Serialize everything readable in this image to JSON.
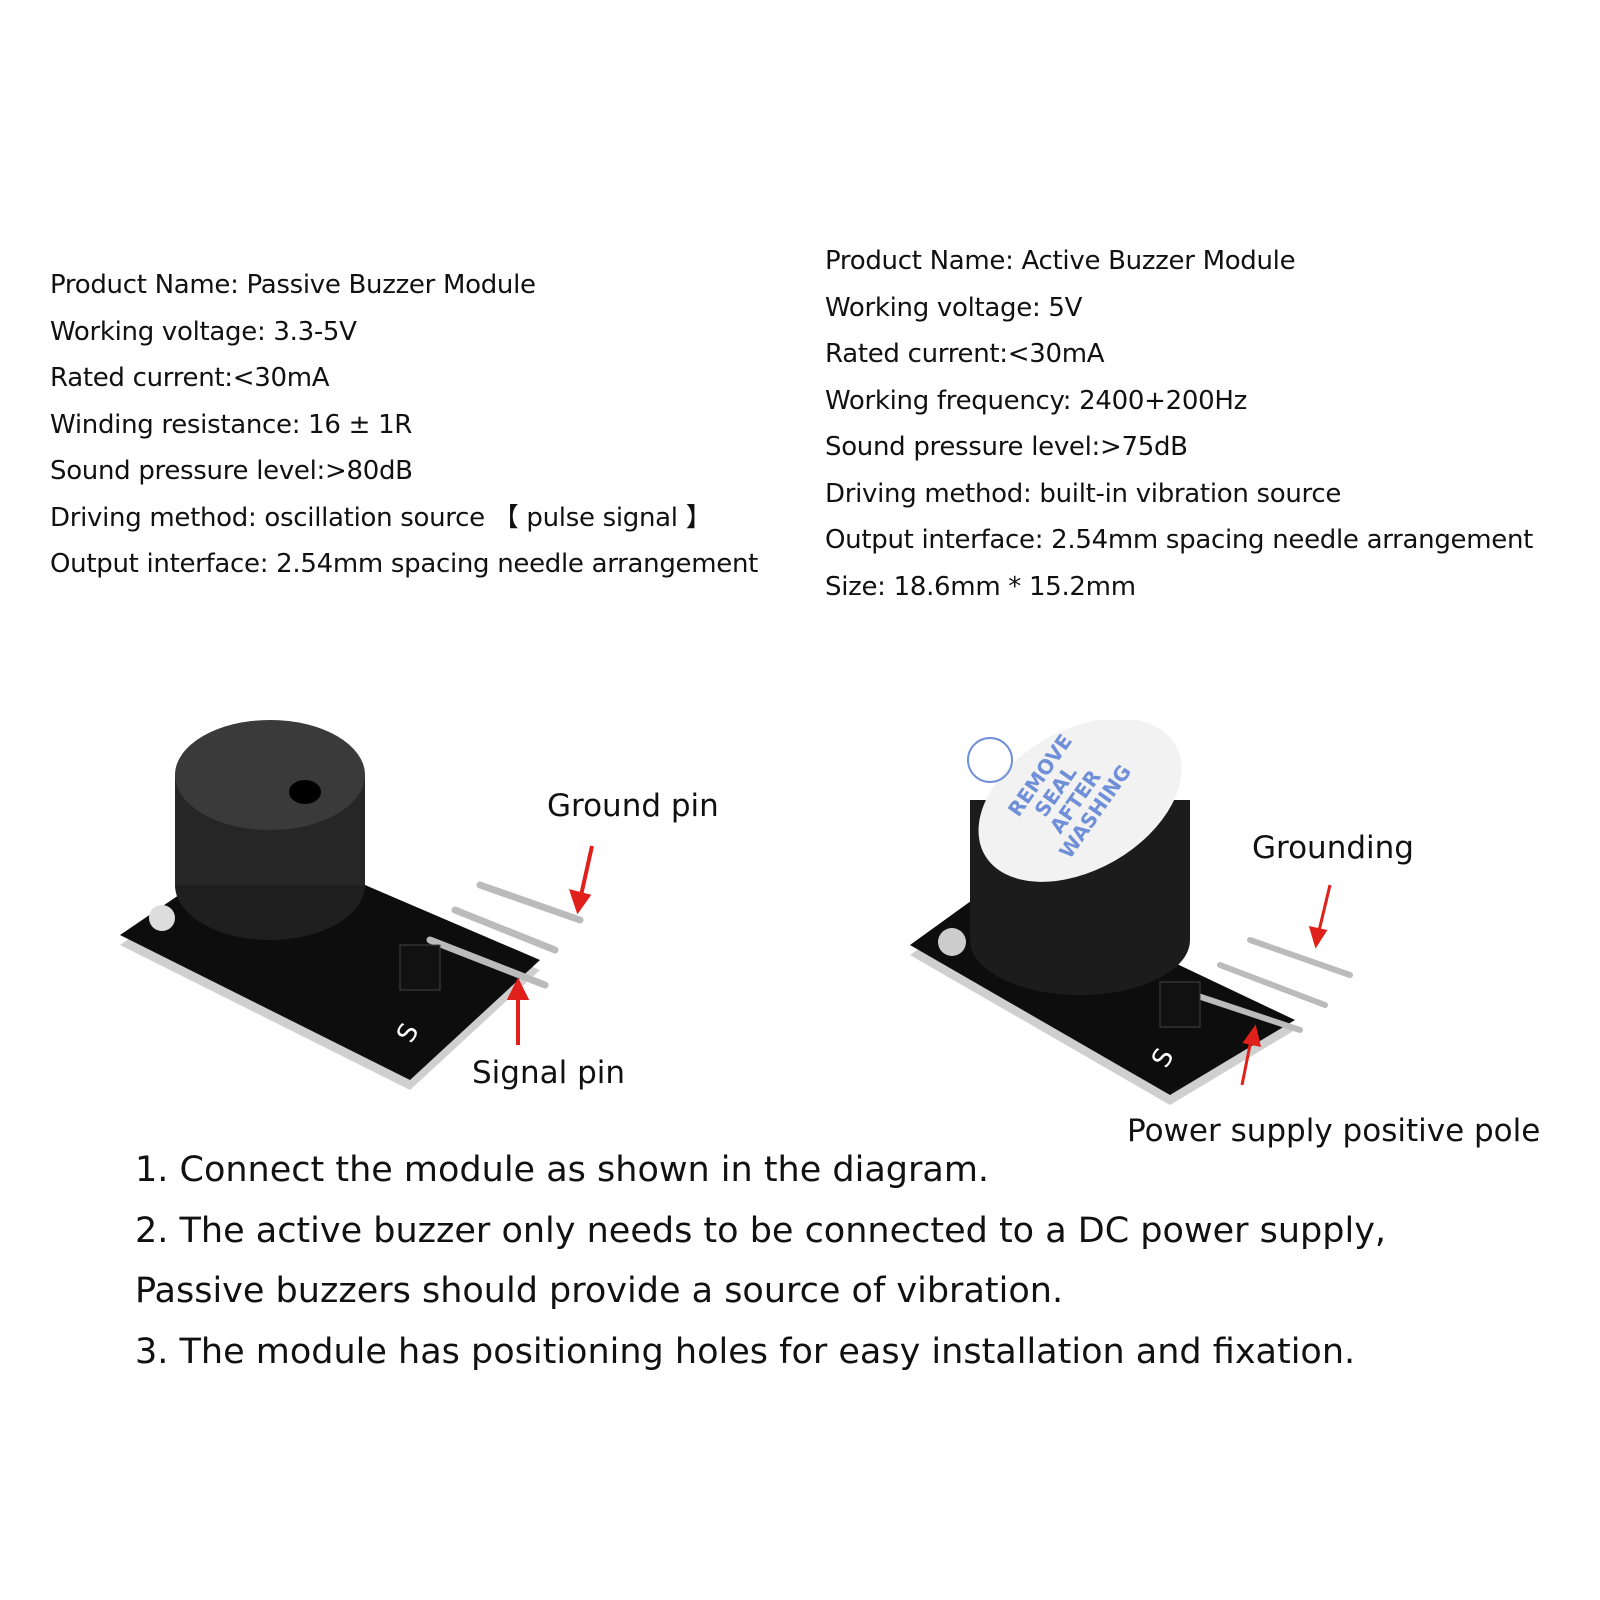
{
  "passive": {
    "specs": [
      "Product Name: Passive Buzzer Module",
      "Working voltage: 3.3-5V",
      "Rated current:<30mA",
      "Winding resistance: 16 ± 1R",
      "Sound pressure level:>80dB",
      "Driving method: oscillation source 【 pulse signal 】",
      "Output interface: 2.54mm spacing needle arrangement"
    ],
    "labels": {
      "ground": "Ground pin",
      "signal": "Signal pin"
    },
    "board_mark": "S"
  },
  "active": {
    "specs": [
      "Product Name: Active Buzzer Module",
      "Working voltage: 5V",
      "Rated current:<30mA",
      "Working frequency: 2400+200Hz",
      "Sound pressure level:>75dB",
      "Driving method: built-in vibration source",
      "Output interface: 2.54mm spacing needle arrangement",
      "Size: 18.6mm * 15.2mm"
    ],
    "labels": {
      "ground": "Grounding",
      "power": "Power supply positive pole"
    },
    "seal_text": [
      "REMOVE",
      "SEAL",
      "AFTER",
      "WASHING"
    ],
    "board_mark": "S"
  },
  "notes": [
    "1. Connect the module as shown in the diagram.",
    "2. The active buzzer only needs to be connected to a DC power supply,",
    "Passive buzzers should provide a source of vibration.",
    "3. The module has positioning holes for easy installation and fixation."
  ],
  "colors": {
    "arrow": "#e0201a",
    "seal": "#6f8fd8",
    "board": "#0d0d0d"
  }
}
